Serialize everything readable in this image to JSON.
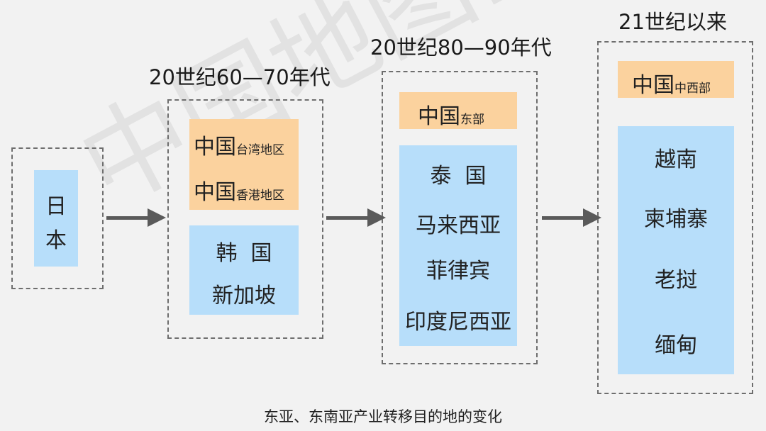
{
  "stages": [
    {
      "heading": "",
      "boxes": [
        {
          "color": "#b7defa",
          "lines": [
            "日",
            "本"
          ]
        }
      ]
    },
    {
      "heading": "20世纪60—70年代",
      "boxes": [
        {
          "color": "#fbd29e",
          "lines": [
            {
              "main": "中国",
              "sub": "台湾地区"
            },
            {
              "main": "中国",
              "sub": "香港地区"
            }
          ]
        },
        {
          "color": "#b7defa",
          "lines": [
            "韩  国",
            "新加坡"
          ]
        }
      ]
    },
    {
      "heading": "20世纪80—90年代",
      "boxes": [
        {
          "color": "#fbd29e",
          "lines": [
            {
              "main": "中国",
              "sub": "东部"
            }
          ]
        },
        {
          "color": "#b7defa",
          "lines": [
            "泰  国",
            "马来西亚",
            "菲律宾",
            "印度尼西亚"
          ]
        }
      ]
    },
    {
      "heading": "21世纪以来",
      "boxes": [
        {
          "color": "#fbd29e",
          "lines": [
            {
              "main": "中国",
              "sub": "中西部"
            }
          ]
        },
        {
          "color": "#b7defa",
          "lines": [
            "越南",
            "柬埔寨",
            "老挝",
            "缅甸"
          ]
        }
      ]
    }
  ],
  "arrow_color": "#5a5a5a",
  "watermark": "中国地图出版集团",
  "caption": "东亚、东南亚产业转移目的地的变化"
}
